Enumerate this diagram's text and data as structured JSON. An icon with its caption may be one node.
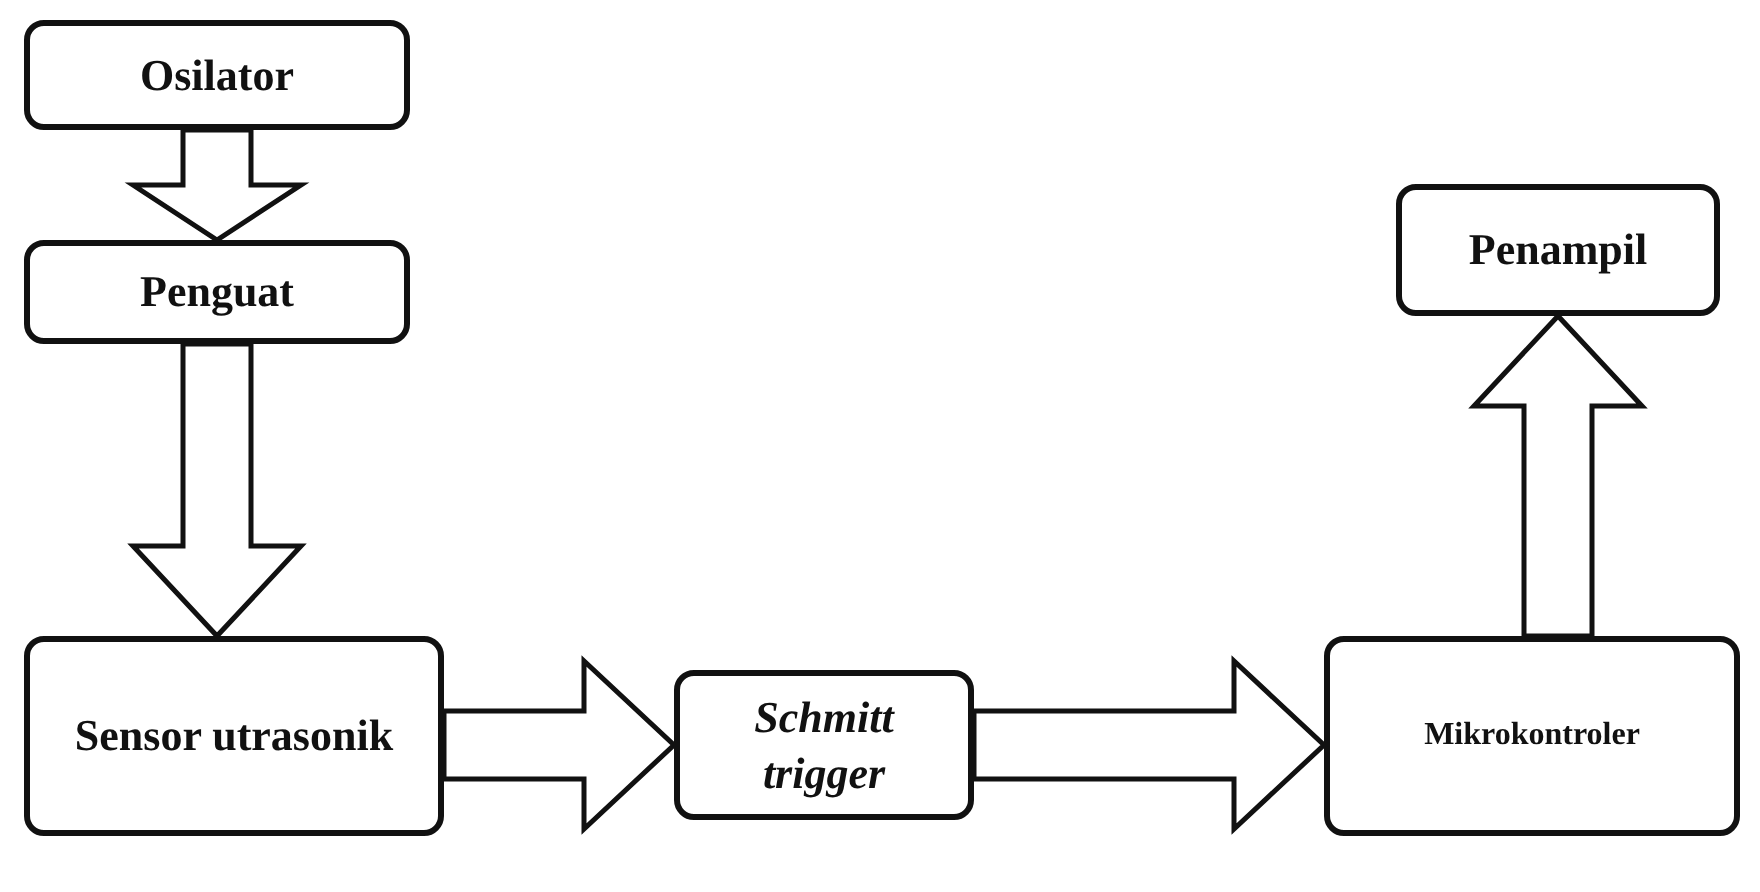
{
  "diagram": {
    "nodes": [
      {
        "text": [
          "Osilator"
        ]
      },
      {
        "text": [
          "Penguat"
        ]
      },
      {
        "text": [
          "Sensor utrasonik"
        ]
      },
      {
        "text": [
          "Schmitt trigger"
        ]
      },
      {
        "text": [
          "Mikrokontroler"
        ]
      },
      {
        "text": [
          "Penampil"
        ]
      }
    ],
    "edges": [
      {
        "from": 0,
        "to": 1,
        "arrow": "to"
      },
      {
        "from": 1,
        "to": 2,
        "arrow": "to"
      },
      {
        "from": 2,
        "to": 3,
        "arrow": "to"
      },
      {
        "from": 3,
        "to": 4,
        "arrow": "to"
      },
      {
        "from": 4,
        "to": 5,
        "arrow": "to"
      }
    ]
  }
}
